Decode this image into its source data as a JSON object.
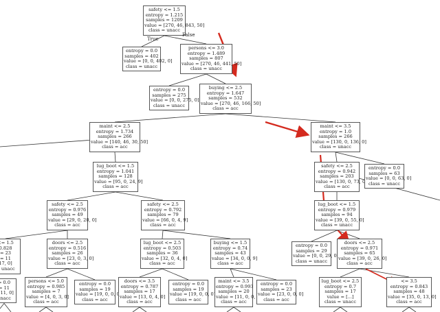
{
  "diagram": {
    "colors": {
      "edge": "#333333",
      "node_border": "#555555",
      "arrow": "#d42a1e"
    },
    "edge_labels": {
      "true": "True",
      "false": "False"
    },
    "nodes": [
      {
        "id": "root",
        "lines": [
          "safety <= 1.5",
          "entropy = 1.215",
          "samples = 1209",
          "value = [270, 46, 843, 50]",
          "class = unacc"
        ]
      },
      {
        "id": "n-safety-low-leaf",
        "lines": [
          "entropy = 0.0",
          "samples = 402",
          "value = [0, 0, 402, 0]",
          "class = unacc"
        ]
      },
      {
        "id": "n-persons",
        "lines": [
          "persons <= 3.0",
          "entropy = 1.489",
          "samples = 807",
          "value = [270, 46, 441, 50]",
          "class = unacc"
        ]
      },
      {
        "id": "n-persons-leaf",
        "lines": [
          "entropy = 0.0",
          "samples = 275",
          "value = [0, 0, 275, 0]",
          "class = unacc"
        ]
      },
      {
        "id": "n-buying",
        "lines": [
          "buying <= 2.5",
          "entropy = 1.647",
          "samples = 532",
          "value = [270, 46, 166, 50]",
          "class = acc"
        ]
      },
      {
        "id": "n-maint-left",
        "lines": [
          "maint <= 2.5",
          "entropy = 1.734",
          "samples = 266",
          "value = [140, 46, 30, 50]",
          "class = acc"
        ]
      },
      {
        "id": "n-maint-right",
        "lines": [
          "maint <= 3.5",
          "entropy = 1.0",
          "samples = 266",
          "value = [130, 0, 136, 0]",
          "class = unacc"
        ]
      },
      {
        "id": "n-lugboot-a",
        "lines": [
          "lug_boot <= 1.5",
          "entropy = 1.041",
          "samples = 128",
          "value = [95, 0, 24, 9]",
          "class = acc"
        ]
      },
      {
        "id": "n-safety-r",
        "lines": [
          "safety <= 2.5",
          "entropy = 0.942",
          "samples = 203",
          "value = [130, 0, 73, 0]",
          "class = acc"
        ]
      },
      {
        "id": "n-leaf-63",
        "lines": [
          "entropy = 0.0",
          "samples = 63",
          "value = [0, 0, 63, 0]",
          "class = unacc"
        ]
      },
      {
        "id": "n-safety-l",
        "lines": [
          "safety <= 2.5",
          "entropy = 0.976",
          "samples = 49",
          "value = [29, 0, 20, 0]",
          "class = acc"
        ]
      },
      {
        "id": "n-safety-m",
        "lines": [
          "safety <= 2.5",
          "entropy = 0.792",
          "samples = 79",
          "value = [66, 0, 4, 9]",
          "class = acc"
        ]
      },
      {
        "id": "n-lugboot-r",
        "lines": [
          "lug_boot <= 1.5",
          "entropy = 0.979",
          "samples = 94",
          "value = [39, 0, 55, 0]",
          "class = unacc"
        ]
      },
      {
        "id": "n-partial-left",
        "lines": [
          "<= 1.5",
          "0.828",
          "= 23",
          "= 11",
          "17, 0]",
          "= unacc"
        ]
      },
      {
        "id": "n-doors-l",
        "lines": [
          "doors <= 2.5",
          "entropy = 0.516",
          "samples = 26",
          "value = [23, 0, 3, 0]",
          "class = acc"
        ]
      },
      {
        "id": "n-lugboot-m",
        "lines": [
          "lug_boot <= 2.5",
          "entropy = 0.503",
          "samples = 36",
          "value = [32, 0, 4, 0]",
          "class = acc"
        ]
      },
      {
        "id": "n-buying-m",
        "lines": [
          "buying <= 1.5",
          "entropy = 0.74",
          "samples = 43",
          "value = [34, 0, 0, 9]",
          "class = acc"
        ]
      },
      {
        "id": "n-leaf-29",
        "lines": [
          "entropy = 0.0",
          "samples = 29",
          "value = [0, 0, 29, 0]",
          "class = unacc"
        ]
      },
      {
        "id": "n-doors-r",
        "lines": [
          "doors <= 2.5",
          "entropy = 0.971",
          "samples = 65",
          "value = [39, 0, 26, 0]",
          "class = acc"
        ]
      },
      {
        "id": "n-partial-bl",
        "lines": [
          "= 0.0",
          "= 11",
          "0, 11, 0]",
          "unacc"
        ]
      },
      {
        "id": "n-persons-b",
        "lines": [
          "persons <= 5.0",
          "entropy = 0.985",
          "samples = 7",
          "value = [4, 0, 3, 0]",
          "class = acc"
        ]
      },
      {
        "id": "n-leaf-19a",
        "lines": [
          "entropy = 0.0",
          "samples = 19",
          "value = [19, 0, 0, 0]",
          "class = acc"
        ]
      },
      {
        "id": "n-doors-b",
        "lines": [
          "doors <= 3.5",
          "entropy = 0.787",
          "samples = 17",
          "value = [13, 0, 4, 0]",
          "class = acc"
        ]
      },
      {
        "id": "n-leaf-19b",
        "lines": [
          "entropy = 0.0",
          "samples = 19",
          "value = [19, 0, 0, 0]",
          "class = acc"
        ]
      },
      {
        "id": "n-maint-b",
        "lines": [
          "maint <= 3.5",
          "entropy = 0.993",
          "samples = 20",
          "value = [11, 0, 0, 9]",
          "class = acc"
        ]
      },
      {
        "id": "n-leaf-23",
        "lines": [
          "entropy = 0.0",
          "samples = 23",
          "value = [23, 0, 0, 0]",
          "class = acc"
        ]
      },
      {
        "id": "n-lugboot-b",
        "lines": [
          "lug_boot <= 2.5",
          "entropy = 0.7",
          "samples = 17",
          "value = [...]",
          "class = unacc"
        ]
      },
      {
        "id": "n-partial-br",
        "lines": [
          "<= 3.5",
          "entropy = 0.843",
          "samples = 48",
          "value = [35, 0, 13, 0]",
          "class = acc"
        ]
      }
    ],
    "edges": [
      [
        "root",
        "n-safety-low-leaf"
      ],
      [
        "root",
        "n-persons"
      ],
      [
        "n-persons",
        "n-persons-leaf"
      ],
      [
        "n-persons",
        "n-buying"
      ],
      [
        "n-buying",
        "n-maint-left"
      ],
      [
        "n-buying",
        "n-maint-right"
      ],
      [
        "n-maint-left",
        "n-lugboot-a"
      ],
      [
        "n-maint-right",
        "n-safety-r"
      ],
      [
        "n-maint-right",
        "n-leaf-63"
      ],
      [
        "n-lugboot-a",
        "n-safety-l"
      ],
      [
        "n-lugboot-a",
        "n-safety-m"
      ],
      [
        "n-safety-r",
        "n-lugboot-r"
      ],
      [
        "n-safety-l",
        "n-partial-left"
      ],
      [
        "n-safety-l",
        "n-doors-l"
      ],
      [
        "n-safety-m",
        "n-lugboot-m"
      ],
      [
        "n-safety-m",
        "n-buying-m"
      ],
      [
        "n-lugboot-r",
        "n-leaf-29"
      ],
      [
        "n-lugboot-r",
        "n-doors-r"
      ],
      [
        "n-doors-l",
        "n-persons-b"
      ],
      [
        "n-doors-l",
        "n-leaf-19a"
      ],
      [
        "n-lugboot-m",
        "n-doors-b"
      ],
      [
        "n-lugboot-m",
        "n-leaf-19b"
      ],
      [
        "n-buying-m",
        "n-maint-b"
      ],
      [
        "n-buying-m",
        "n-leaf-23"
      ],
      [
        "n-doors-r",
        "n-lugboot-b"
      ],
      [
        "n-doors-r",
        "n-partial-br"
      ]
    ]
  }
}
